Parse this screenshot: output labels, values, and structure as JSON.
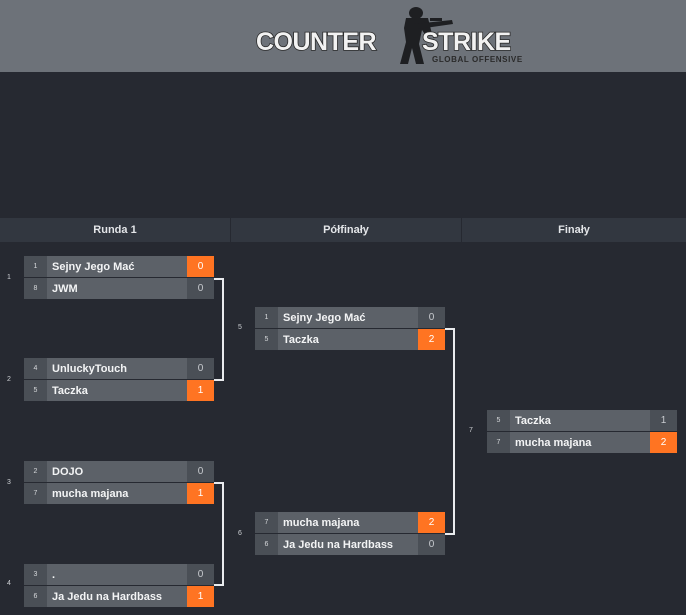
{
  "header": {
    "logo_title": "COUNTER STRIKE",
    "logo_subtitle": "GLOBAL OFFENSIVE"
  },
  "rounds": [
    {
      "label": "Runda 1"
    },
    {
      "label": "Półfinały"
    },
    {
      "label": "Finały"
    }
  ],
  "matches": [
    {
      "num": "1",
      "teams": [
        {
          "seed": "1",
          "name": "Sejny Jego Mać",
          "score": "0",
          "highlight": true
        },
        {
          "seed": "8",
          "name": "JWM",
          "score": "0",
          "highlight": false
        }
      ]
    },
    {
      "num": "2",
      "teams": [
        {
          "seed": "4",
          "name": "UnluckyTouch",
          "score": "0",
          "highlight": false
        },
        {
          "seed": "5",
          "name": "Taczka",
          "score": "1",
          "highlight": true
        }
      ]
    },
    {
      "num": "3",
      "teams": [
        {
          "seed": "2",
          "name": "DOJO",
          "score": "0",
          "highlight": false
        },
        {
          "seed": "7",
          "name": "mucha majana",
          "score": "1",
          "highlight": true
        }
      ]
    },
    {
      "num": "4",
      "teams": [
        {
          "seed": "3",
          "name": ".",
          "score": "0",
          "highlight": false
        },
        {
          "seed": "6",
          "name": "Ja Jedu na Hardbass",
          "score": "1",
          "highlight": true
        }
      ]
    },
    {
      "num": "5",
      "teams": [
        {
          "seed": "1",
          "name": "Sejny Jego Mać",
          "score": "0",
          "highlight": false
        },
        {
          "seed": "5",
          "name": "Taczka",
          "score": "2",
          "highlight": true
        }
      ]
    },
    {
      "num": "6",
      "teams": [
        {
          "seed": "7",
          "name": "mucha majana",
          "score": "2",
          "highlight": true
        },
        {
          "seed": "6",
          "name": "Ja Jedu na Hardbass",
          "score": "0",
          "highlight": false
        }
      ]
    },
    {
      "num": "7",
      "teams": [
        {
          "seed": "5",
          "name": "Taczka",
          "score": "1",
          "highlight": false
        },
        {
          "seed": "7",
          "name": "mucha majana",
          "score": "2",
          "highlight": true
        }
      ]
    }
  ],
  "colors": {
    "winner": "#ff7422",
    "banner": "#6d7279",
    "background": "#262931"
  }
}
